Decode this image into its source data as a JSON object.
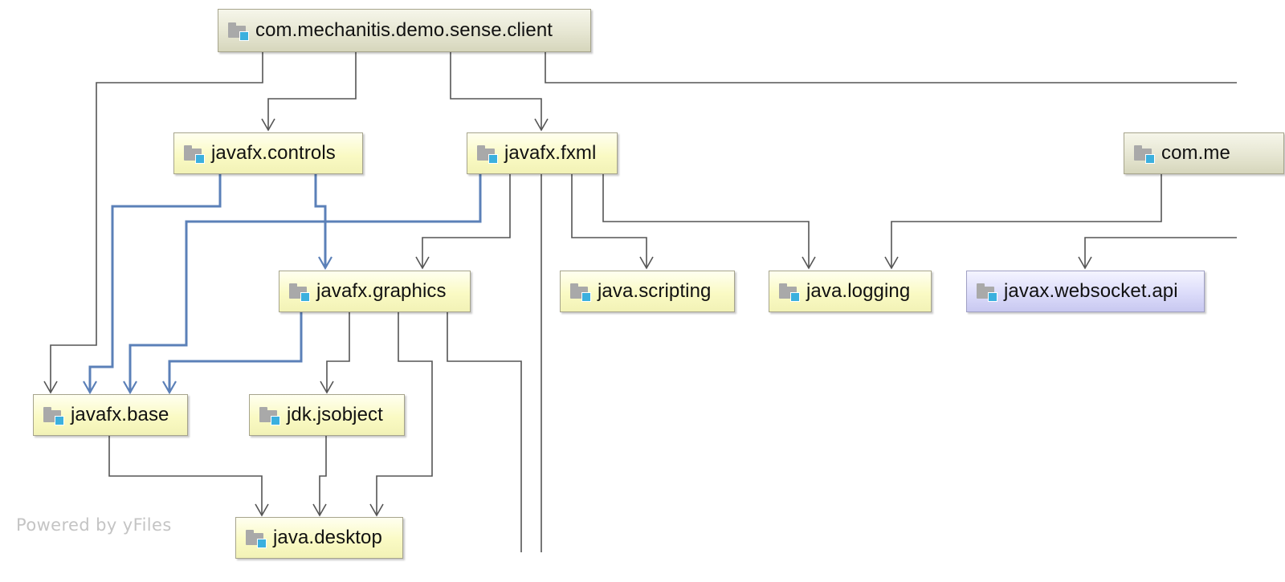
{
  "diagram": {
    "nodes": [
      {
        "id": "client",
        "label": "com.mechanitis.demo.sense.client",
        "kind": "project"
      },
      {
        "id": "controls",
        "label": "javafx.controls",
        "kind": "library"
      },
      {
        "id": "fxml",
        "label": "javafx.fxml",
        "kind": "library"
      },
      {
        "id": "comme",
        "label": "com.me",
        "kind": "project"
      },
      {
        "id": "graphics",
        "label": "javafx.graphics",
        "kind": "library"
      },
      {
        "id": "scripting",
        "label": "java.scripting",
        "kind": "library"
      },
      {
        "id": "logging",
        "label": "java.logging",
        "kind": "library"
      },
      {
        "id": "websocket",
        "label": "javax.websocket.api",
        "kind": "external"
      },
      {
        "id": "base",
        "label": "javafx.base",
        "kind": "library"
      },
      {
        "id": "jsobject",
        "label": "jdk.jsobject",
        "kind": "library"
      },
      {
        "id": "desktop",
        "label": "java.desktop",
        "kind": "library"
      }
    ],
    "edges": [
      {
        "from": "client",
        "to": "base",
        "kind": "plain"
      },
      {
        "from": "client",
        "to": "controls",
        "kind": "plain"
      },
      {
        "from": "client",
        "to": "fxml",
        "kind": "plain"
      },
      {
        "from": "client",
        "to": "offscreen-right",
        "kind": "plain"
      },
      {
        "from": "controls",
        "to": "base",
        "kind": "transitive"
      },
      {
        "from": "controls",
        "to": "graphics",
        "kind": "transitive"
      },
      {
        "from": "fxml",
        "to": "base",
        "kind": "transitive"
      },
      {
        "from": "fxml",
        "to": "graphics",
        "kind": "plain"
      },
      {
        "from": "fxml",
        "to": "offscreen-bottom",
        "kind": "plain"
      },
      {
        "from": "fxml",
        "to": "scripting",
        "kind": "plain"
      },
      {
        "from": "fxml",
        "to": "logging",
        "kind": "plain"
      },
      {
        "from": "comme",
        "to": "logging",
        "kind": "plain"
      },
      {
        "from": "offscreen-right",
        "to": "websocket",
        "kind": "plain"
      },
      {
        "from": "graphics",
        "to": "base",
        "kind": "transitive"
      },
      {
        "from": "graphics",
        "to": "jsobject",
        "kind": "plain"
      },
      {
        "from": "graphics",
        "to": "desktop",
        "kind": "plain"
      },
      {
        "from": "graphics",
        "to": "offscreen-bottom",
        "kind": "plain"
      },
      {
        "from": "base",
        "to": "desktop",
        "kind": "plain"
      },
      {
        "from": "jsobject",
        "to": "desktop",
        "kind": "plain"
      }
    ],
    "colors": {
      "edge_plain": "#555555",
      "edge_transitive": "#5b80b8",
      "library_fill": "#fafac4",
      "project_fill": "#e6e6d2",
      "external_fill": "#dcdcfa",
      "module_badge": "#3bb0de",
      "folder_icon": "#a9a9a9"
    },
    "icon": "module-folder-icon"
  },
  "watermark": "Powered by yFiles"
}
